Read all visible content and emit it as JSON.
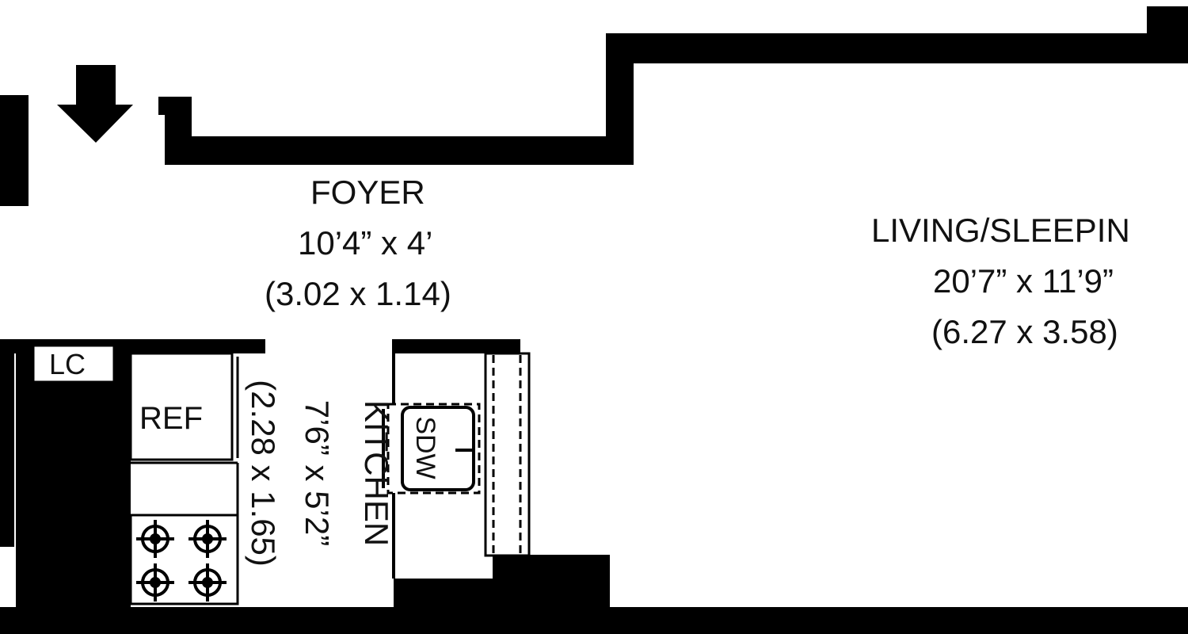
{
  "plan": {
    "rooms": [
      {
        "name": "FOYER",
        "dimensions_ft": "10’4” x 4’",
        "dimensions_m": "(3.02 x 1.14)"
      },
      {
        "name": "LIVING/SLEEPIN",
        "dimensions_ft": "20’7” x 11’9”",
        "dimensions_m": "(6.27 x 3.58)"
      },
      {
        "name": "KITCHEN",
        "dimensions_ft": "7’6” x 5’2”",
        "dimensions_m": "(2.28 x 1.65)"
      }
    ],
    "fixtures": {
      "linen_closet": "LC",
      "refrigerator": "REF",
      "sink_dishwasher": "SDW"
    },
    "icons": [
      "entry-arrow-icon",
      "stove-burner-icon"
    ],
    "colors": {
      "wall": "#000000",
      "background": "#ffffff",
      "text": "#111111"
    }
  }
}
